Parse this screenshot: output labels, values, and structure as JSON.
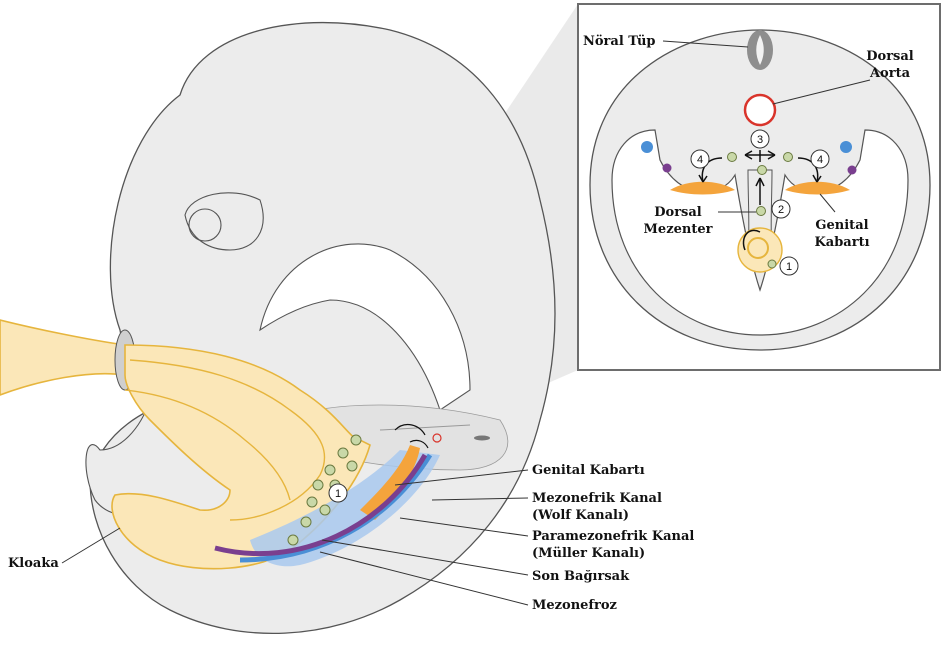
{
  "colors": {
    "embryo_fill": "#ececec",
    "embryo_stroke": "#555555",
    "yellow_fill": "#fbe7b8",
    "yellow_stroke": "#e6b53d",
    "orange": "#f4a43c",
    "blue": "#4a8fd6",
    "light_blue": "#a9c9ee",
    "purple": "#7a3f8f",
    "red": "#d9342b",
    "germ_cell": "#c9d8a8",
    "inset_border": "#6d6d6d"
  },
  "inset_labels": {
    "noral_tup": "Nöral Tüp",
    "dorsal_aorta_1": "Dorsal",
    "dorsal_aorta_2": "Aorta",
    "dorsal_mezenter_1": "Dorsal",
    "dorsal_mezenter_2": "Mezenter",
    "genital_kabarti_1": "Genital",
    "genital_kabarti_2": "Kabartı"
  },
  "inset_steps": [
    "1",
    "2",
    "3",
    "4",
    "4"
  ],
  "main_labels": {
    "genital_kabarti": "Genital Kabartı",
    "mezonefrik_kanal_1": "Mezonefrik Kanal",
    "mezonefrik_kanal_2": "(Wolf Kanalı)",
    "paramezonefrik_kanal_1": "Paramezonefrik Kanal",
    "paramezonefrik_kanal_2": "(Müller Kanalı)",
    "son_bagirsak": "Son Bağırsak",
    "mezonefroz": "Mezonefroz",
    "kloaka": "Kloaka"
  },
  "main_step": "1"
}
